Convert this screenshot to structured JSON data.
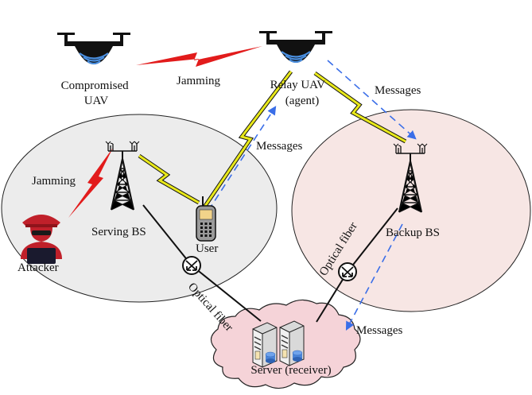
{
  "labels": {
    "compromised_uav": [
      "Compromised",
      "UAV"
    ],
    "relay_uav": [
      "Relay UAV",
      "(agent)"
    ],
    "jamming_uav": "Jamming",
    "jamming_bs": "Jamming",
    "messages_relay": "Messages",
    "messages_user": "Messages",
    "messages_server": "Messages",
    "serving_bs": "Serving BS",
    "backup_bs": "Backup BS",
    "user": "User",
    "attacker": "Attacker",
    "optical_fiber_left": "Optical fiber",
    "optical_fiber_right": "Optical fiber",
    "server": "Server (receiver)"
  },
  "colors": {
    "jamming": "#e21b1b",
    "wireless_link": "#e8e81a",
    "messages_arrow": "#3a6ee8",
    "serving_cell": "#ececec",
    "backup_cell": "#f7e6e4",
    "server_cloud": "#f5d3d8",
    "attacker": "#c0202a"
  },
  "icons": {
    "uav": "drone-icon",
    "base_station": "cell-tower-icon",
    "user": "mobile-phone-icon",
    "attacker": "hacker-icon",
    "server": "server-icon",
    "fiber_node": "optical-switch-icon"
  }
}
